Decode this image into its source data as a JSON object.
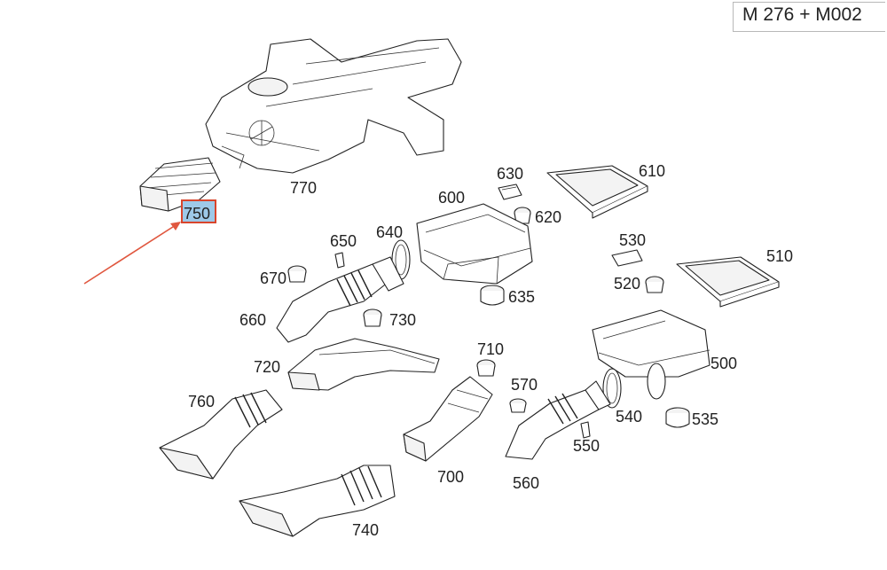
{
  "model_label": "M 276 + M002",
  "highlight_color": "#9ec9e8",
  "arrow_color": "#e0573f",
  "callouts": {
    "c770": "770",
    "c750": "750",
    "c630": "630",
    "c610": "610",
    "c600": "600",
    "c620": "620",
    "c640": "640",
    "c650": "650",
    "c530": "530",
    "c510": "510",
    "c670": "670",
    "c520": "520",
    "c635": "635",
    "c660": "660",
    "c730": "730",
    "c720": "720",
    "c710": "710",
    "c500": "500",
    "c570": "570",
    "c760": "760",
    "c540": "540",
    "c535": "535",
    "c550": "550",
    "c700": "700",
    "c560": "560",
    "c740": "740"
  },
  "selected_part": "750"
}
